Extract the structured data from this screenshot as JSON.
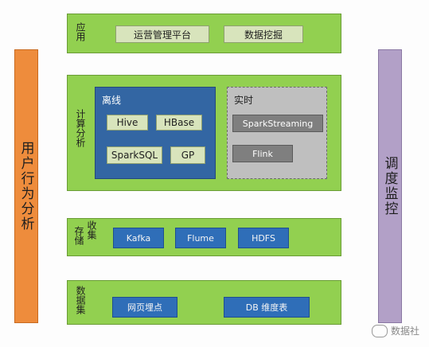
{
  "left_pillar": {
    "label": "用户行为分析"
  },
  "right_pillar": {
    "label": "调度监控"
  },
  "layers": {
    "application": {
      "label": "应用",
      "items": [
        "运营管理平台",
        "数据挖掘"
      ]
    },
    "compute": {
      "label": "计算分析",
      "offline": {
        "title": "离线",
        "items": [
          "Hive",
          "HBase",
          "SparkSQL",
          "GP"
        ]
      },
      "realtime": {
        "title": "实时",
        "items": [
          "SparkStreaming",
          "Flink"
        ]
      }
    },
    "collection": {
      "label_a": "存储",
      "label_b": "收集",
      "items": [
        "Kafka",
        "Flume",
        "HDFS"
      ]
    },
    "data": {
      "label": "数据集",
      "items": [
        "网页埋点",
        "DB 维度表"
      ]
    }
  },
  "watermark": {
    "text": "数据社"
  }
}
